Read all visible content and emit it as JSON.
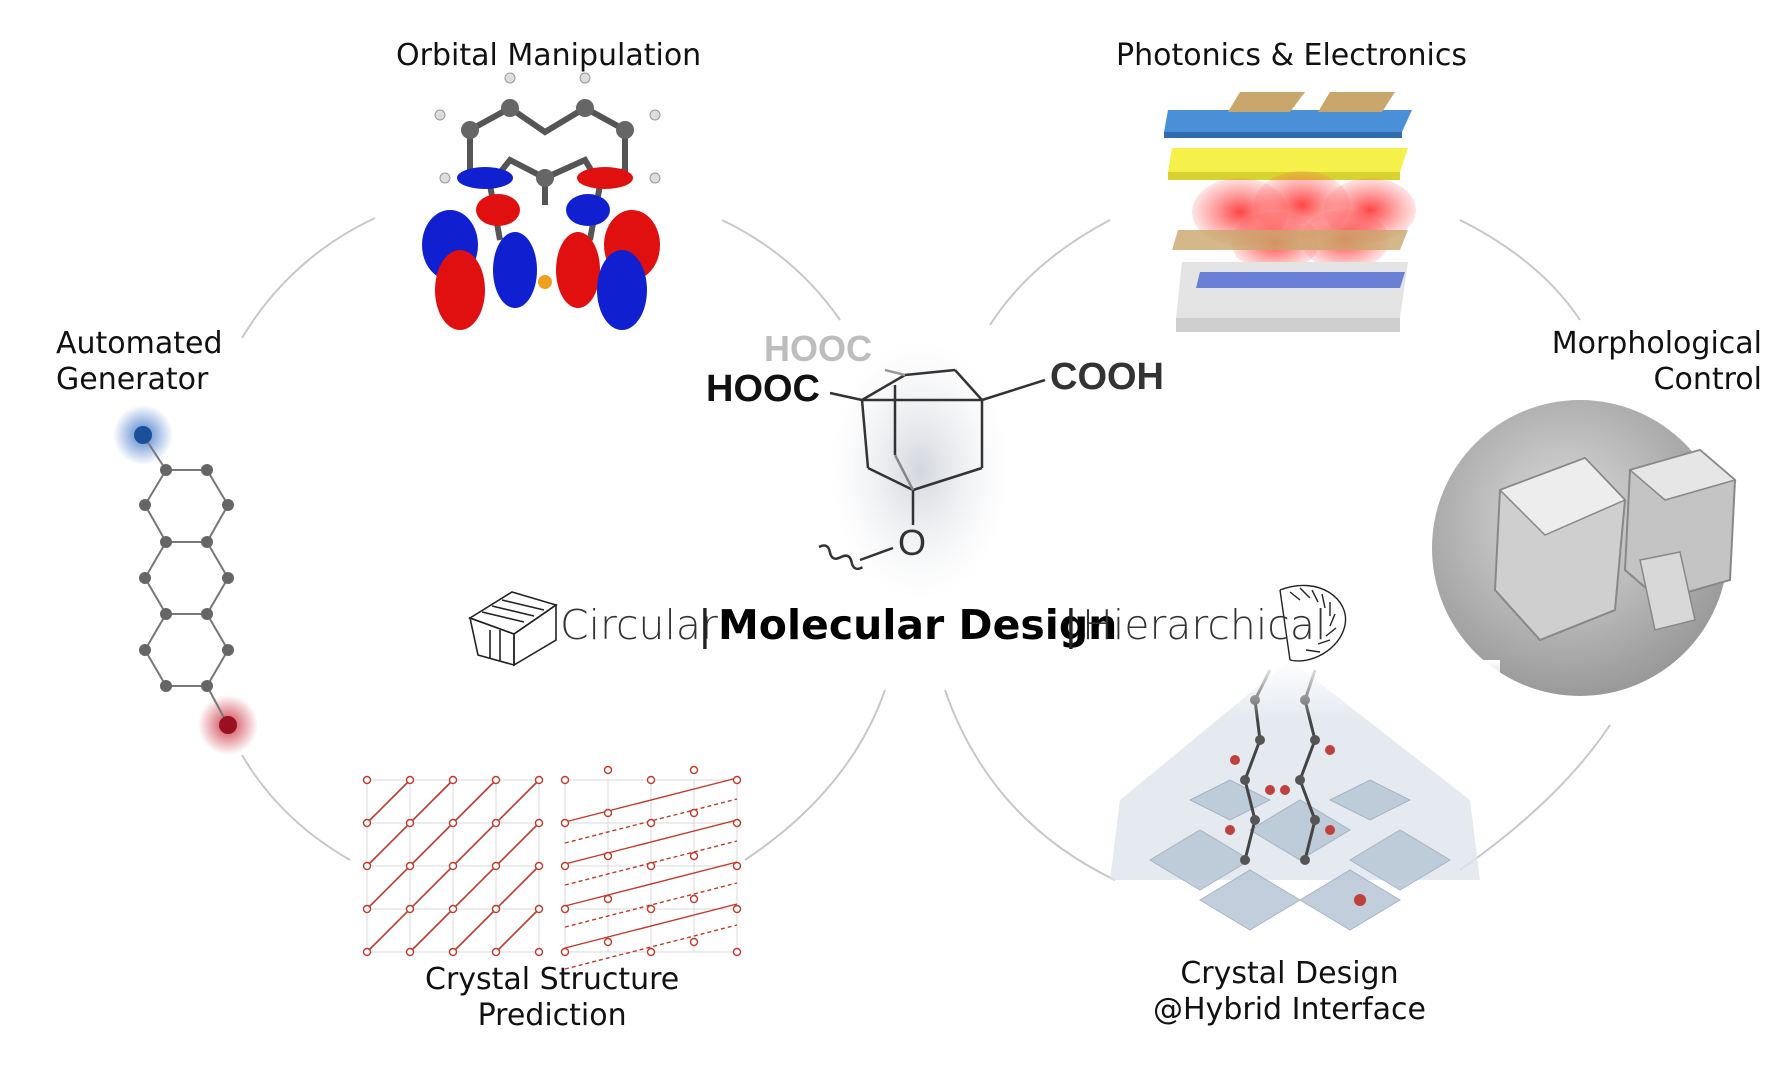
{
  "center": {
    "left_word": "Circular",
    "separator": "|",
    "main_title": "Molecular Design",
    "right_word": "Hierarchical"
  },
  "molecule": {
    "group_top": "HOOC",
    "group_left": "HOOC",
    "group_right": "COOH",
    "oxygen": "O"
  },
  "labels": {
    "orbital": "Orbital Manipulation",
    "photonics": "Photonics & Electronics",
    "automated_line1": "Automated",
    "automated_line2": "Generator",
    "morph_line1": "Morphological",
    "morph_line2": "Control",
    "csp_line1": "Crystal Structure",
    "csp_line2": "Prediction",
    "crystal_line1": "Crystal Design",
    "crystal_line2": "@Hybrid Interface"
  },
  "colors": {
    "orbital_red": "#e01010",
    "orbital_blue": "#1020d0",
    "node_gray": "#666666",
    "lattice_red": "#c0392b",
    "device_blue": "#4a90d9",
    "device_yellow": "#f5f04a",
    "device_gold": "#c9a66b",
    "arc_gray": "#c8c8c8"
  },
  "icons": [
    "staircase-icon",
    "spiral-staircase-icon"
  ]
}
